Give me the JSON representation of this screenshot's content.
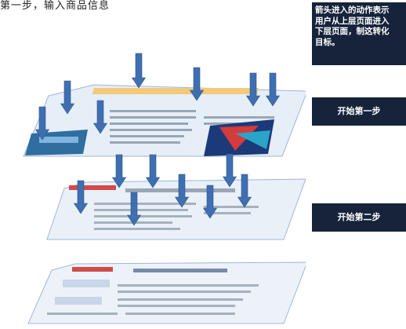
{
  "top_title": "第一步，输入商品信息",
  "note": {
    "lines": [
      "箭头进入的动作表示",
      "用户从上层页面进入",
      "下层页面，制这转化",
      "目标。"
    ]
  },
  "steps": [
    {
      "label": "开始第一步"
    },
    {
      "label": "开始第二步"
    }
  ],
  "colors": {
    "arrow": "#3f6fb0",
    "label_bg": "#16233a",
    "page_bg": "#dce6f3"
  }
}
